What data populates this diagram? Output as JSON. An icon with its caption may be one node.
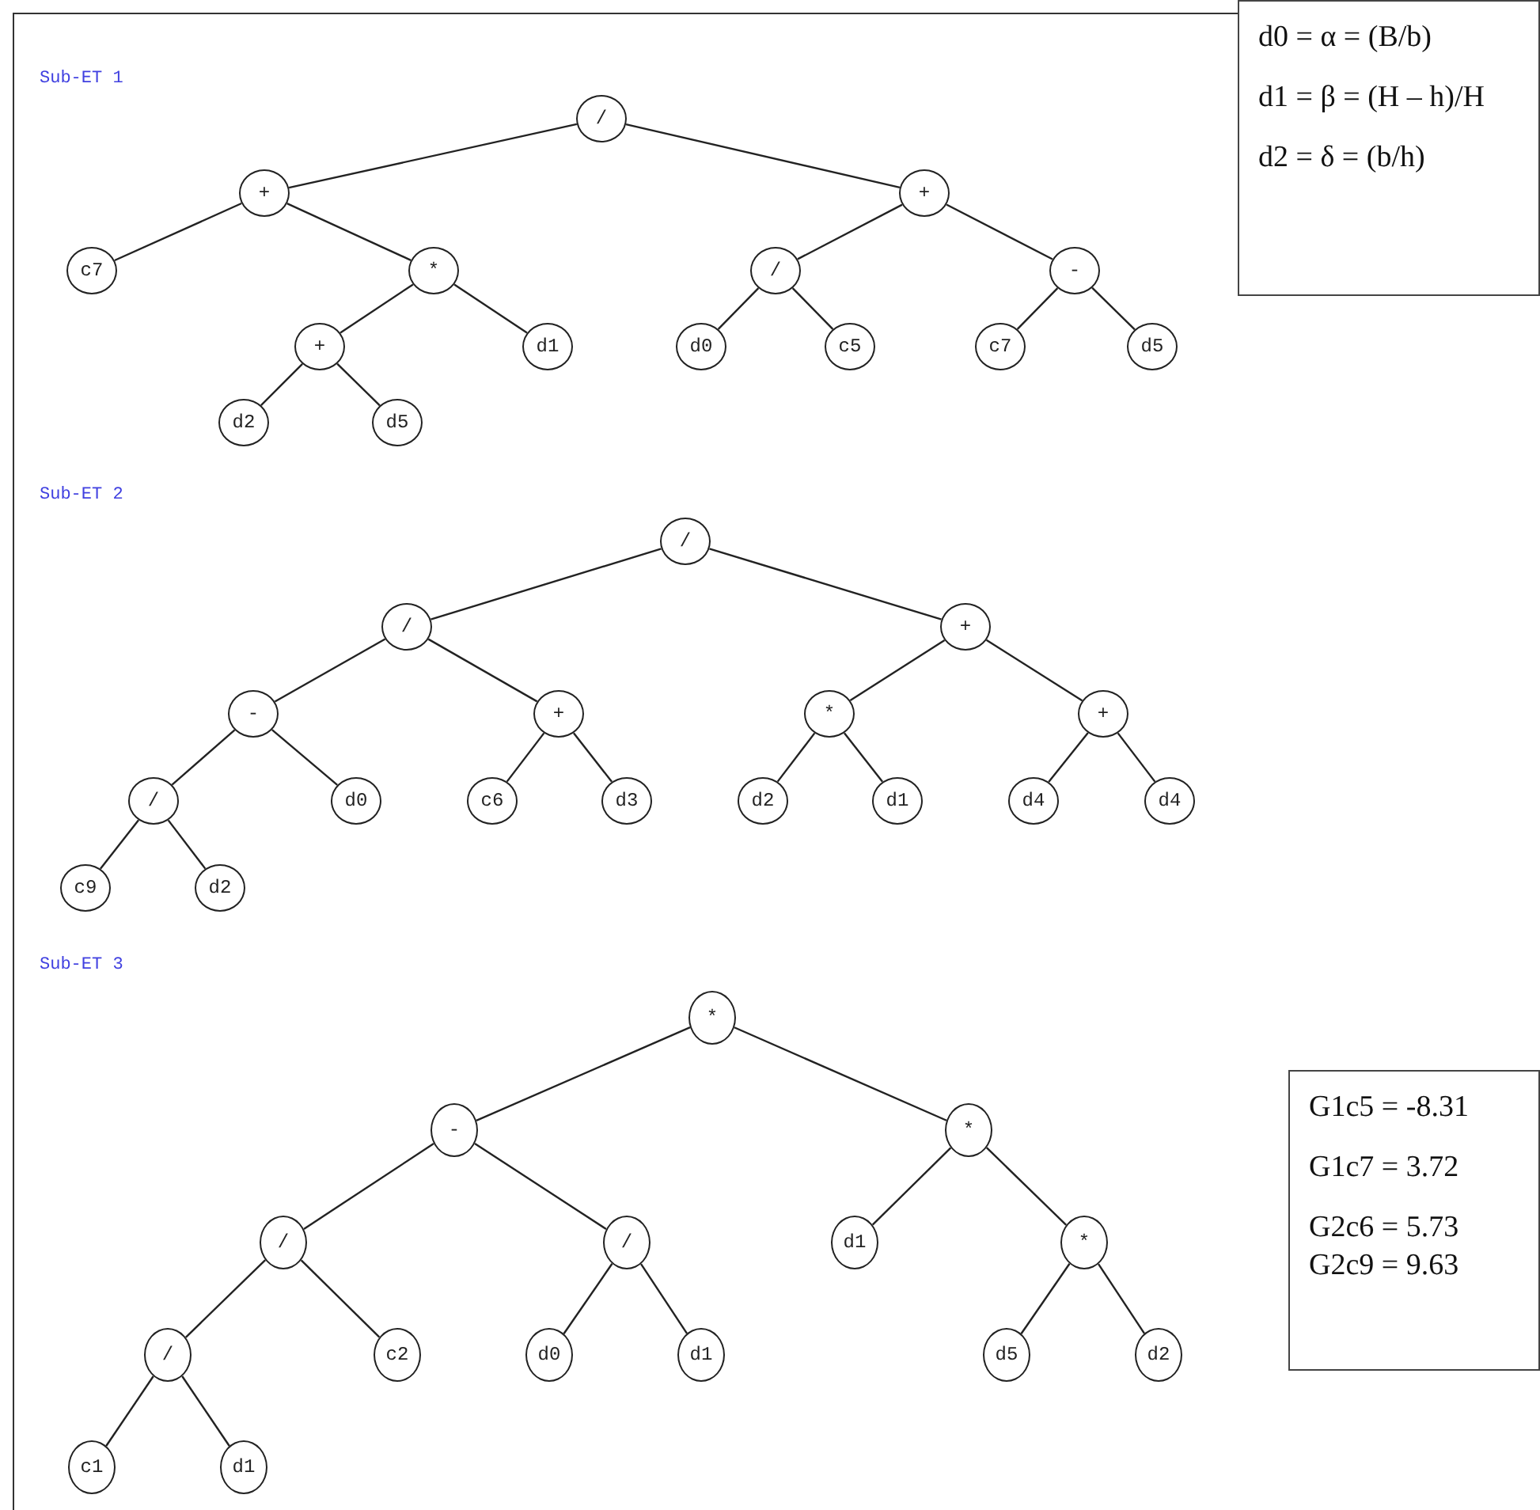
{
  "diagram": {
    "nodes": [
      {
        "text": [
          "/"
        ]
      },
      {
        "text": [
          "+"
        ]
      },
      {
        "text": [
          "+"
        ]
      },
      {
        "text": [
          "c7"
        ]
      },
      {
        "text": [
          "*"
        ]
      },
      {
        "text": [
          "/"
        ]
      },
      {
        "text": [
          "-"
        ]
      },
      {
        "text": [
          "+"
        ]
      },
      {
        "text": [
          "d1"
        ]
      },
      {
        "text": [
          "d0"
        ]
      },
      {
        "text": [
          "c5"
        ]
      },
      {
        "text": [
          "c7"
        ]
      },
      {
        "text": [
          "d5"
        ]
      },
      {
        "text": [
          "d2"
        ]
      },
      {
        "text": [
          "d5"
        ]
      },
      {
        "text": [
          "d0 = α = (B/b)",
          "d1 = β = (H – h)/H",
          "d2 = δ = (b/h)"
        ]
      },
      {
        "text": [
          "/"
        ]
      },
      {
        "text": [
          "/"
        ]
      },
      {
        "text": [
          "+"
        ]
      },
      {
        "text": [
          "-"
        ]
      },
      {
        "text": [
          "+"
        ]
      },
      {
        "text": [
          "*"
        ]
      },
      {
        "text": [
          "+"
        ]
      },
      {
        "text": [
          "/"
        ]
      },
      {
        "text": [
          "d0"
        ]
      },
      {
        "text": [
          "c6"
        ]
      },
      {
        "text": [
          "d3"
        ]
      },
      {
        "text": [
          "d2"
        ]
      },
      {
        "text": [
          "d1"
        ]
      },
      {
        "text": [
          "d4"
        ]
      },
      {
        "text": [
          "d4"
        ]
      },
      {
        "text": [
          "c9"
        ]
      },
      {
        "text": [
          "d2"
        ]
      },
      {
        "text": [
          "*"
        ]
      },
      {
        "text": [
          "-"
        ]
      },
      {
        "text": [
          "*"
        ]
      },
      {
        "text": [
          "/"
        ]
      },
      {
        "text": [
          "/"
        ]
      },
      {
        "text": [
          "d1"
        ]
      },
      {
        "text": [
          "*"
        ]
      },
      {
        "text": [
          "/"
        ]
      },
      {
        "text": [
          "c2"
        ]
      },
      {
        "text": [
          "d0"
        ]
      },
      {
        "text": [
          "d1"
        ]
      },
      {
        "text": [
          "d5"
        ]
      },
      {
        "text": [
          "d2"
        ]
      },
      {
        "text": [
          "c1"
        ]
      },
      {
        "text": [
          "d1"
        ]
      },
      {
        "text": [
          "G1c5 = -8.31",
          "G1c7 = 3.72",
          "G2c6 = 5.73",
          "G2c9 = 9.63"
        ]
      }
    ],
    "edges": [
      {
        "from": 0,
        "to": 1,
        "arrow": "none"
      },
      {
        "from": 0,
        "to": 2,
        "arrow": "none"
      },
      {
        "from": 1,
        "to": 3,
        "arrow": "none"
      },
      {
        "from": 1,
        "to": 4,
        "arrow": "none"
      },
      {
        "from": 2,
        "to": 5,
        "arrow": "none"
      },
      {
        "from": 2,
        "to": 6,
        "arrow": "none"
      },
      {
        "from": 4,
        "to": 7,
        "arrow": "none"
      },
      {
        "from": 4,
        "to": 8,
        "arrow": "none"
      },
      {
        "from": 5,
        "to": 9,
        "arrow": "none"
      },
      {
        "from": 5,
        "to": 10,
        "arrow": "none"
      },
      {
        "from": 6,
        "to": 11,
        "arrow": "none"
      },
      {
        "from": 6,
        "to": 12,
        "arrow": "none"
      },
      {
        "from": 7,
        "to": 13,
        "arrow": "none"
      },
      {
        "from": 7,
        "to": 14,
        "arrow": "none"
      },
      {
        "from": 16,
        "to": 17,
        "arrow": "none"
      },
      {
        "from": 16,
        "to": 18,
        "arrow": "none"
      },
      {
        "from": 17,
        "to": 19,
        "arrow": "none"
      },
      {
        "from": 17,
        "to": 20,
        "arrow": "none"
      },
      {
        "from": 18,
        "to": 21,
        "arrow": "none"
      },
      {
        "from": 18,
        "to": 22,
        "arrow": "none"
      },
      {
        "from": 19,
        "to": 23,
        "arrow": "none"
      },
      {
        "from": 19,
        "to": 24,
        "arrow": "none"
      },
      {
        "from": 20,
        "to": 25,
        "arrow": "none"
      },
      {
        "from": 20,
        "to": 26,
        "arrow": "none"
      },
      {
        "from": 21,
        "to": 27,
        "arrow": "none"
      },
      {
        "from": 21,
        "to": 28,
        "arrow": "none"
      },
      {
        "from": 22,
        "to": 29,
        "arrow": "none"
      },
      {
        "from": 22,
        "to": 30,
        "arrow": "none"
      },
      {
        "from": 23,
        "to": 31,
        "arrow": "none"
      },
      {
        "from": 23,
        "to": 32,
        "arrow": "none"
      },
      {
        "from": 33,
        "to": 34,
        "arrow": "none"
      },
      {
        "from": 33,
        "to": 35,
        "arrow": "none"
      },
      {
        "from": 34,
        "to": 36,
        "arrow": "none"
      },
      {
        "from": 34,
        "to": 37,
        "arrow": "none"
      },
      {
        "from": 35,
        "to": 38,
        "arrow": "none"
      },
      {
        "from": 35,
        "to": 39,
        "arrow": "none"
      },
      {
        "from": 36,
        "to": 40,
        "arrow": "none"
      },
      {
        "from": 36,
        "to": 41,
        "arrow": "none"
      },
      {
        "from": 37,
        "to": 42,
        "arrow": "none"
      },
      {
        "from": 37,
        "to": 43,
        "arrow": "none"
      },
      {
        "from": 39,
        "to": 44,
        "arrow": "none"
      },
      {
        "from": 39,
        "to": 45,
        "arrow": "none"
      },
      {
        "from": 40,
        "to": 46,
        "arrow": "none"
      },
      {
        "from": 40,
        "to": 47,
        "arrow": "none"
      }
    ],
    "labels": [
      "Sub-ET 1",
      "Sub-ET 2",
      "Sub-ET 3"
    ]
  }
}
